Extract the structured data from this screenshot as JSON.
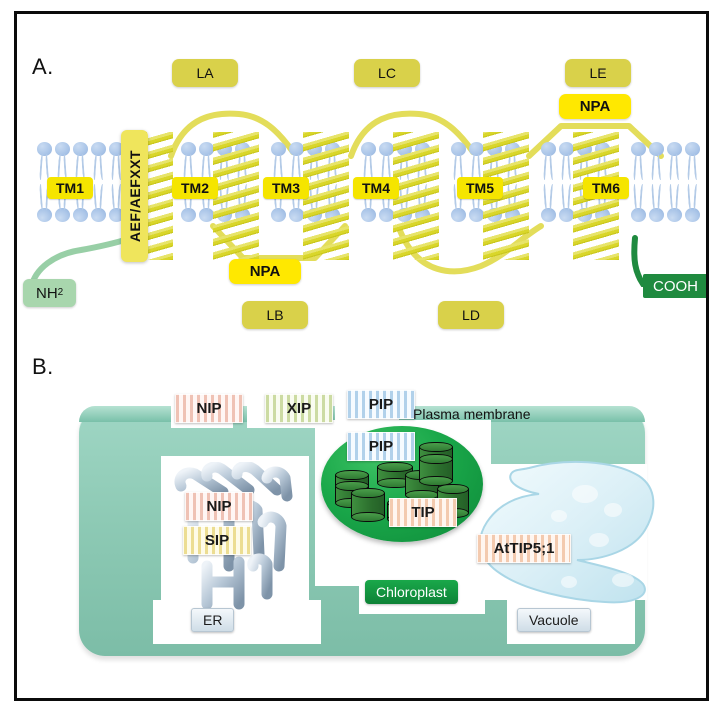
{
  "figure": {
    "panel_a_letter": "A.",
    "panel_b_letter": "B."
  },
  "panel_a": {
    "title_hidden": "",
    "transmembrane_domains": [
      {
        "label": "TM1"
      },
      {
        "label": "TM2"
      },
      {
        "label": "TM3"
      },
      {
        "label": "TM4"
      },
      {
        "label": "TM5"
      },
      {
        "label": "TM6"
      }
    ],
    "extracellular_loops": [
      {
        "label": "LA"
      },
      {
        "label": "LC"
      },
      {
        "label": "LE"
      }
    ],
    "intracellular_loops": [
      {
        "label": "LB"
      },
      {
        "label": "LD"
      }
    ],
    "npa_motifs": [
      {
        "label": "NPA",
        "side": "intracellular"
      },
      {
        "label": "NPA",
        "side": "extracellular"
      }
    ],
    "ar_r_motif": {
      "label": "AEF/AEFXXT"
    },
    "termini": {
      "n_terminus": "NH",
      "n_terminus_sub": "2",
      "c_terminus": "COOH"
    },
    "colors": {
      "helix": "#d9d62a",
      "tm_chip": "#f5e500",
      "loop_chip": "#d9d14a",
      "npa_chip": "#ffe800",
      "motif_chip": "#efe55c",
      "n_term_chip": "#a8d6ad",
      "c_term_chip": "#1f8a3f",
      "lipid_head": "#aac5e8"
    }
  },
  "panel_b": {
    "plasma_membrane_text": "Plasma membrane",
    "membrane_aquaporins": [
      {
        "label": "NIP",
        "type": "nip"
      },
      {
        "label": "XIP",
        "type": "xip"
      },
      {
        "label": "PIP",
        "type": "pip"
      }
    ],
    "er": {
      "name": "ER",
      "aquaporins": [
        {
          "label": "NIP",
          "type": "nip"
        },
        {
          "label": "SIP",
          "type": "sip"
        }
      ]
    },
    "chloroplast": {
      "name": "Chloroplast",
      "aquaporins": [
        {
          "label": "PIP",
          "type": "pip"
        },
        {
          "label": "TIP",
          "type": "tip"
        }
      ]
    },
    "vacuole": {
      "name": "Vacuole",
      "aquaporins": [
        {
          "label": "AtTIP5;1",
          "type": "tip"
        }
      ]
    },
    "colors": {
      "cytoplasm": "#8ecab5",
      "plasma_membrane": "#79c0a9",
      "chloroplast": "#1aa84a",
      "vacuole": "#d8eef5",
      "er": "#b9c9d8"
    }
  }
}
